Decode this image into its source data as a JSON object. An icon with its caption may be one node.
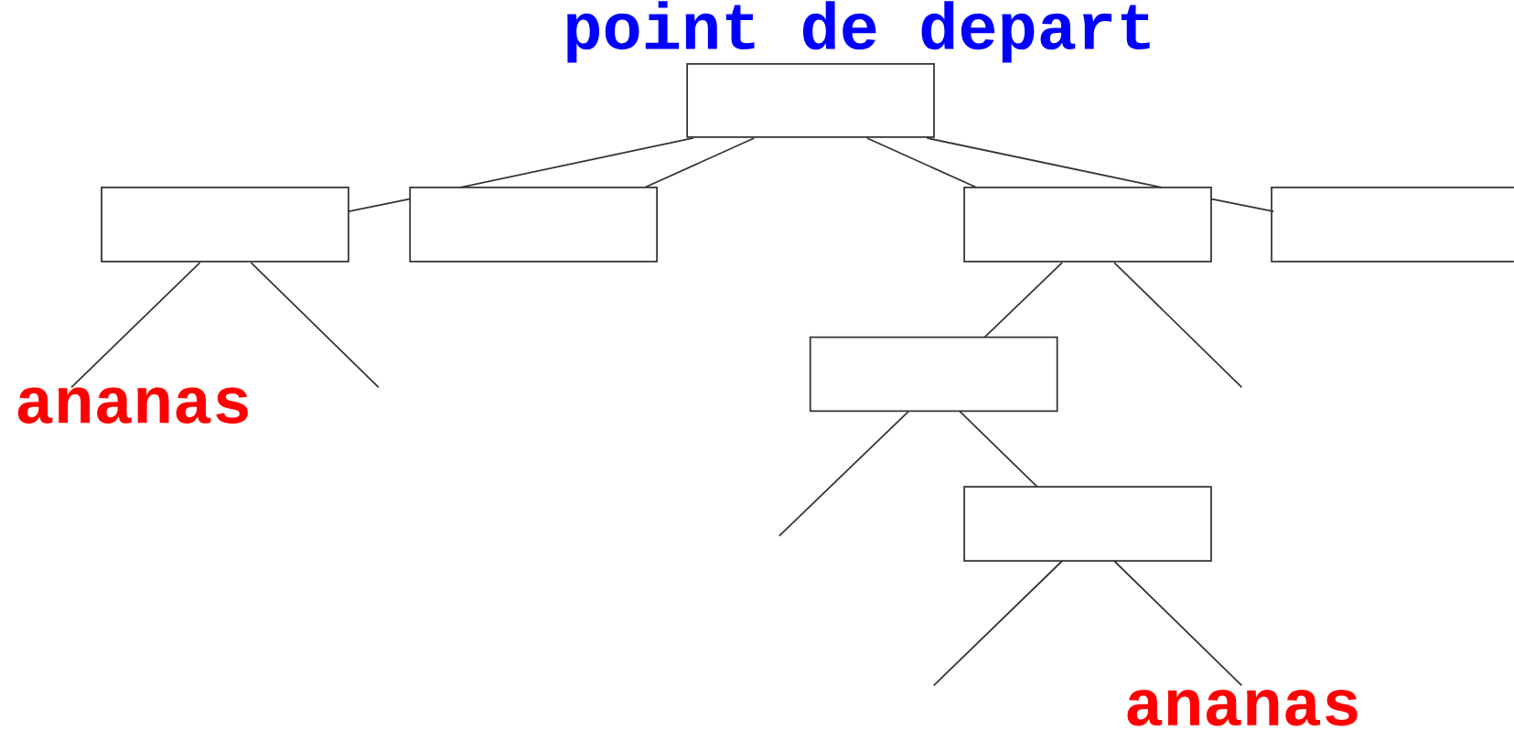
{
  "diagram": {
    "nodes": [
      {
        "text": [
          "point de depart"
        ]
      },
      {
        "text": [],
        "shape": "box"
      },
      {
        "text": [],
        "shape": "box"
      },
      {
        "text": [],
        "shape": "box"
      },
      {
        "text": [],
        "shape": "box"
      },
      {
        "text": [],
        "shape": "box"
      },
      {
        "text": [
          "ananas"
        ]
      },
      {
        "text": [],
        "shape": "box"
      },
      {
        "text": [
          "ananas"
        ]
      }
    ],
    "edges": [
      {
        "from": 0,
        "to": 2,
        "arrow": "none"
      },
      {
        "from": 0,
        "to": 2,
        "arrow": "none"
      },
      {
        "from": 0,
        "to": 3,
        "arrow": "none"
      },
      {
        "from": 0,
        "to": 3,
        "arrow": "none"
      },
      {
        "from": 1,
        "to": 2,
        "arrow": "none"
      },
      {
        "from": 3,
        "to": 4,
        "arrow": "none"
      },
      {
        "from": 1,
        "to": 6,
        "arrow": "none"
      },
      {
        "from": 1,
        "to": null,
        "arrow": "none"
      },
      {
        "from": 3,
        "to": 5,
        "arrow": "none"
      },
      {
        "from": 3,
        "to": null,
        "arrow": "none"
      },
      {
        "from": 5,
        "to": null,
        "arrow": "none"
      },
      {
        "from": 5,
        "to": 7,
        "arrow": "none"
      },
      {
        "from": 7,
        "to": null,
        "arrow": "none"
      },
      {
        "from": 7,
        "to": 8,
        "arrow": "none"
      }
    ]
  }
}
